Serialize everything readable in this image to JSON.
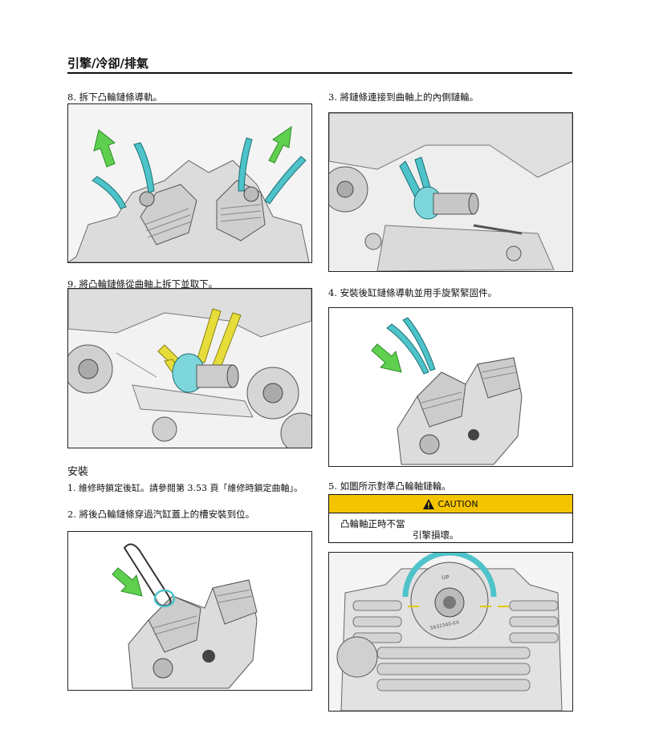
{
  "header": {
    "title": "引擎/冷卻/排氣"
  },
  "left_steps": {
    "s8": "8. 拆下凸輪鏈條導軌。",
    "s9": "9. 將凸輪鏈條從曲軸上拆下並取下。"
  },
  "install": {
    "heading": "安裝",
    "s1": "1. 維修時鎖定後缸。請參閱第 3.53 頁「維修時鎖定曲軸」。",
    "s2": "2. 將後凸輪鏈條穿過汽缸蓋上的槽安裝到位。"
  },
  "right_steps": {
    "s3": "3. 將鏈條連接到曲軸上的內側鏈輪。",
    "s4": "4. 安裝後缸鏈條導軌並用手旋緊緊固件。",
    "s5": "5. 如圖所示對準凸輪軸鏈輪。"
  },
  "caution": {
    "label": "CAUTION",
    "line1": "凸輪軸正時不當",
    "line2": "引擎損壞。"
  },
  "figure5": {
    "marking": "UP",
    "partno": "5632340-XX"
  },
  "colors": {
    "caution_yellow": "#f5c400",
    "arrow_green": "#5fcf50",
    "guide_teal": "#4ec3c9",
    "chain_yellow": "#e6dc3a"
  }
}
